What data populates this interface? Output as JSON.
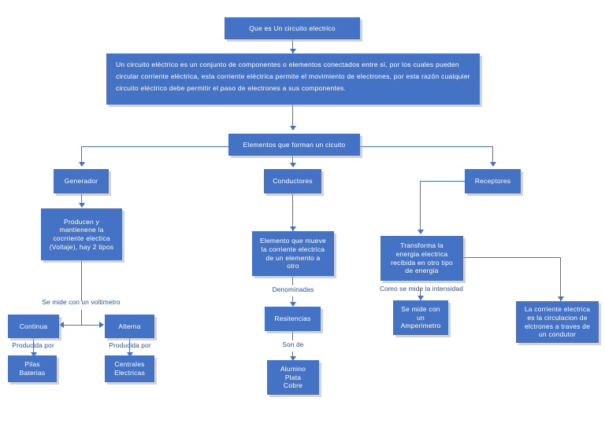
{
  "diagram": {
    "title_node": "Que es Un circuito electrico",
    "definition": "Un  circuito eléctrico es un conjunto de componentes o elementos conectados entre sí, por los cuales pueden circular corriente eléctrica, esta corriente eléctrica permite el movimiento de electrones, por esta razón cualquier circuito eléctrico debe permitir el paso de electrones a sus componentes.",
    "hub": "Elementos que forman un cicuito",
    "branches": {
      "generador": {
        "title": "Generador",
        "detail": "Producen y\nmantienene la\ncocrriente electica\n(Voltaje), hay 2 tipos",
        "measure_label": "Se mide con un voltimetro",
        "types": [
          {
            "name": "Continua",
            "link_label": "Producida por",
            "source": "Pilas\nBaterias"
          },
          {
            "name": "Alterna",
            "link_label": "Producida por",
            "source": "Centrales\nElectricas"
          }
        ]
      },
      "conductores": {
        "title": "Conductores",
        "detail": "Elemento que mueve\nla corriente electrica\nde un elemento a\notro",
        "link_label": "Denominadas",
        "child": "Resitencias",
        "child_link_label": "Son de",
        "materials": "Alumino\nPlata\nCobre"
      },
      "receptores": {
        "title": "Receptores",
        "detail": "Transforma la\nenergia electrica\nrecibida en otro tipo\nde energia",
        "intensity_label": "Como se mide la intensidad",
        "meter": "Se mide con\nun\nAmperimetro",
        "current_def": "La corriente electrica\nes la circulacion de\nelctrones a traves de\nun condutor"
      }
    },
    "colors": {
      "node_fill": "#4472C4",
      "node_text": "#ffffff",
      "connector": "#4472C4",
      "label_text": "#2a4f9b",
      "background": "#ffffff"
    }
  }
}
